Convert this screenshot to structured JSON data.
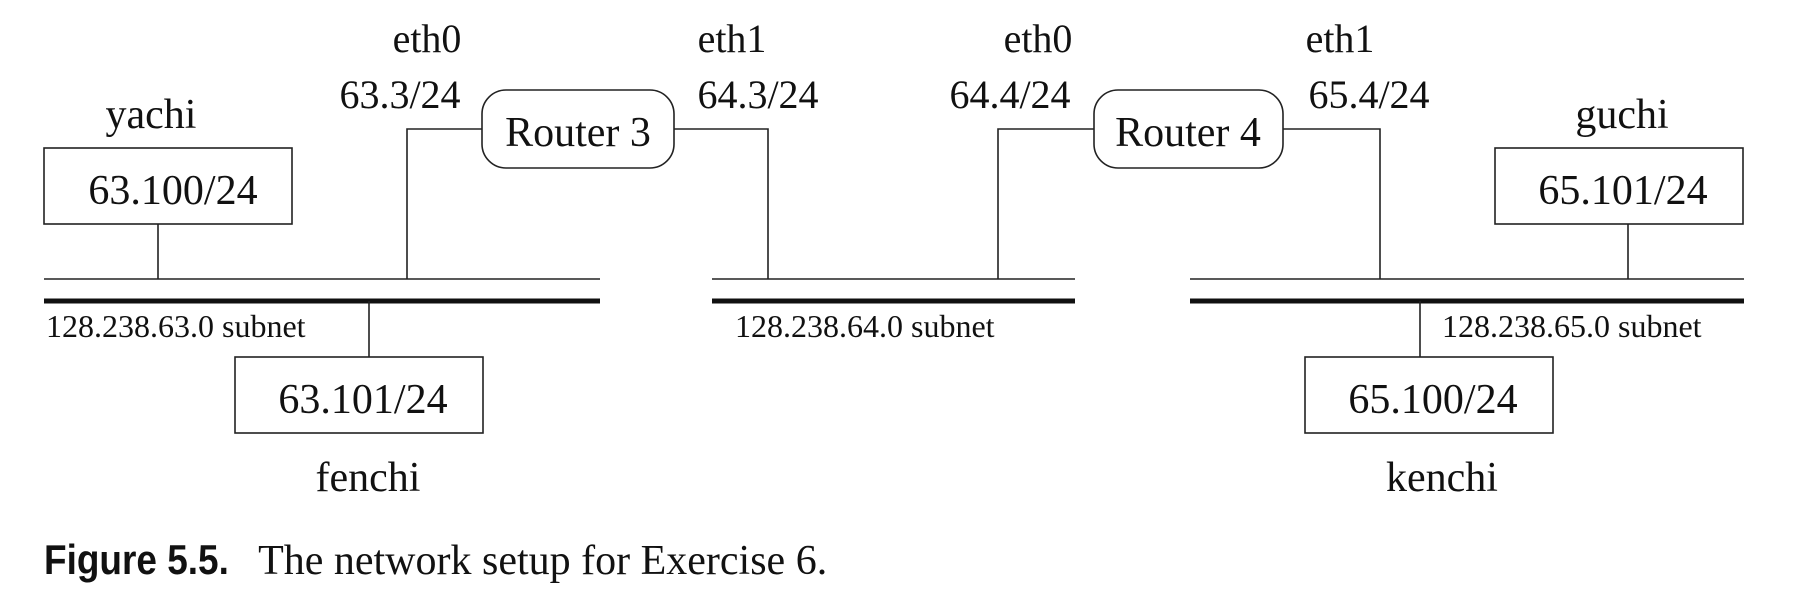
{
  "hosts": {
    "yachi": {
      "name": "yachi",
      "addr": "63.100/24"
    },
    "fenchi": {
      "name": "fenchi",
      "addr": "63.101/24"
    },
    "guchi": {
      "name": "guchi",
      "addr": "65.101/24"
    },
    "kenchi": {
      "name": "kenchi",
      "addr": "65.100/24"
    }
  },
  "routers": {
    "r3": {
      "label": "Router 3",
      "eth0": {
        "name": "eth0",
        "addr": "63.3/24"
      },
      "eth1": {
        "name": "eth1",
        "addr": "64.3/24"
      }
    },
    "r4": {
      "label": "Router 4",
      "eth0": {
        "name": "eth0",
        "addr": "64.4/24"
      },
      "eth1": {
        "name": "eth1",
        "addr": "65.4/24"
      }
    }
  },
  "subnets": {
    "s63": "128.238.63.0 subnet",
    "s64": "128.238.64.0 subnet",
    "s65": "128.238.65.0 subnet"
  },
  "caption": {
    "label": "Figure 5.5.",
    "text": "The network setup for Exercise 6."
  }
}
